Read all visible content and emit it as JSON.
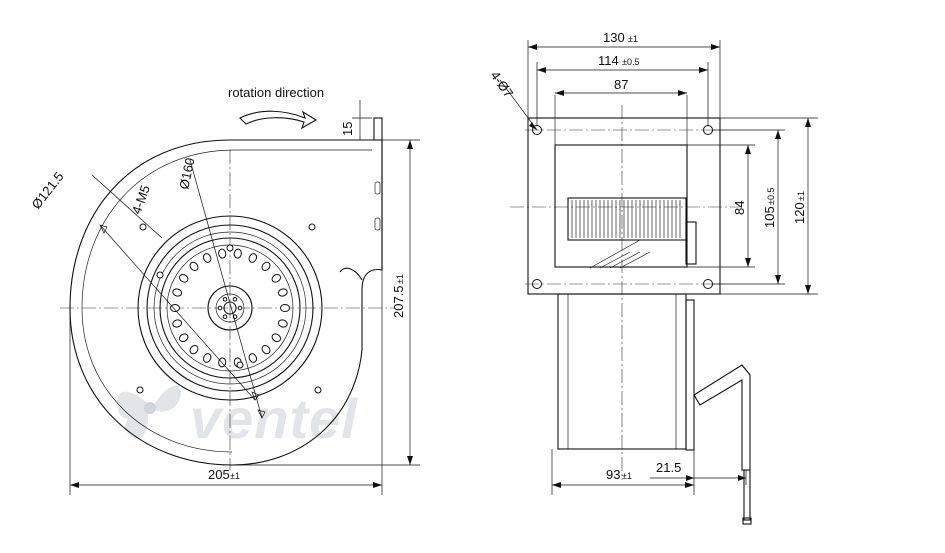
{
  "annotations": {
    "rotation_label": "rotation direction",
    "d_inlet_label": "Ø121.5",
    "d_bolt_circle_label": "Ø160",
    "thread_label": "4-M5",
    "flange_holes_label": "4-Ø7",
    "height_label": "207.5",
    "height_tol": "±1",
    "width_label": "205",
    "width_tol": "±1",
    "top_offset_label": "15",
    "outlet_width_label": "130",
    "outlet_width_tol": "±1",
    "hole_spacing_label": "114",
    "hole_spacing_tol": "±0.5",
    "outlet_inner_label": "87",
    "outlet_height_label": "84",
    "hole_vspacing_label": "105",
    "hole_vspacing_tol": "±0.5",
    "flange_height_label": "120",
    "flange_height_tol": "±1",
    "depth_label": "93",
    "depth_tol": "±1",
    "motor_offset_label": "21.5"
  },
  "watermark": {
    "text": "ventel",
    "color_primary": "#c9ced6",
    "color_accent": "#9fb4d6"
  },
  "colors": {
    "line": "#111111",
    "background": "#ffffff"
  }
}
